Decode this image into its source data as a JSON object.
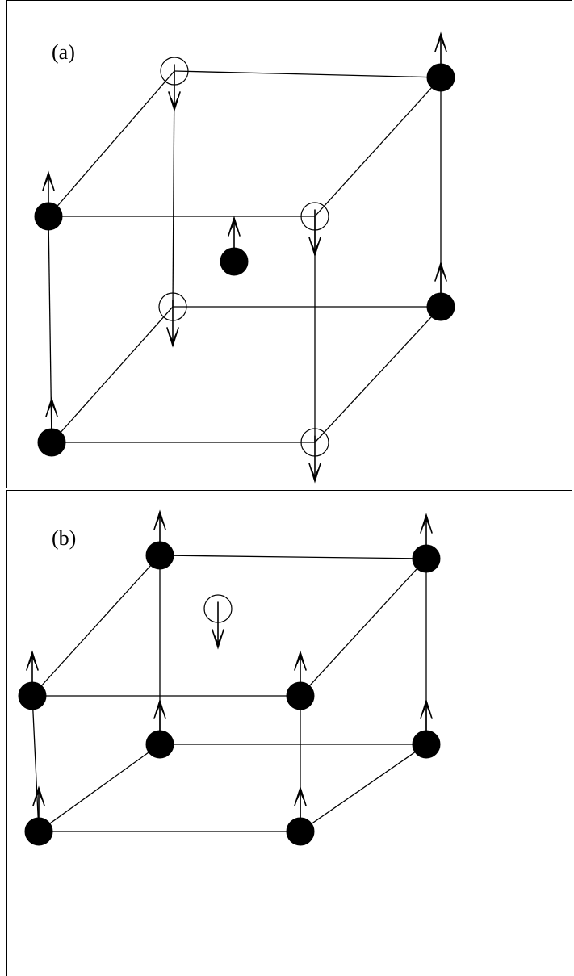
{
  "figure": {
    "panels": [
      {
        "id": "a",
        "label": "(a)",
        "corner_sites": [
          {
            "site": "back-top-left",
            "occupant": "open",
            "spin": "down"
          },
          {
            "site": "back-top-right",
            "occupant": "filled",
            "spin": "up"
          },
          {
            "site": "front-top-left",
            "occupant": "filled",
            "spin": "up"
          },
          {
            "site": "front-top-right",
            "occupant": "open",
            "spin": "down"
          },
          {
            "site": "back-bottom-left",
            "occupant": "open",
            "spin": "down"
          },
          {
            "site": "back-bottom-right",
            "occupant": "filled",
            "spin": "up"
          },
          {
            "site": "front-bottom-left",
            "occupant": "filled",
            "spin": "up"
          },
          {
            "site": "front-bottom-right",
            "occupant": "open",
            "spin": "down"
          }
        ],
        "center_site": {
          "occupant": "filled",
          "spin": "up"
        }
      },
      {
        "id": "b",
        "label": "(b)",
        "corner_sites": [
          {
            "site": "back-top-left",
            "occupant": "filled",
            "spin": "up"
          },
          {
            "site": "back-top-right",
            "occupant": "filled",
            "spin": "up"
          },
          {
            "site": "front-top-left",
            "occupant": "filled",
            "spin": "up"
          },
          {
            "site": "front-top-right",
            "occupant": "filled",
            "spin": "up"
          },
          {
            "site": "back-bottom-left",
            "occupant": "filled",
            "spin": "up"
          },
          {
            "site": "back-bottom-right",
            "occupant": "filled",
            "spin": "up"
          },
          {
            "site": "front-bottom-left",
            "occupant": "filled",
            "spin": "up"
          },
          {
            "site": "front-bottom-right",
            "occupant": "filled",
            "spin": "up"
          }
        ],
        "center_site": {
          "occupant": "open",
          "spin": "down"
        }
      }
    ]
  }
}
